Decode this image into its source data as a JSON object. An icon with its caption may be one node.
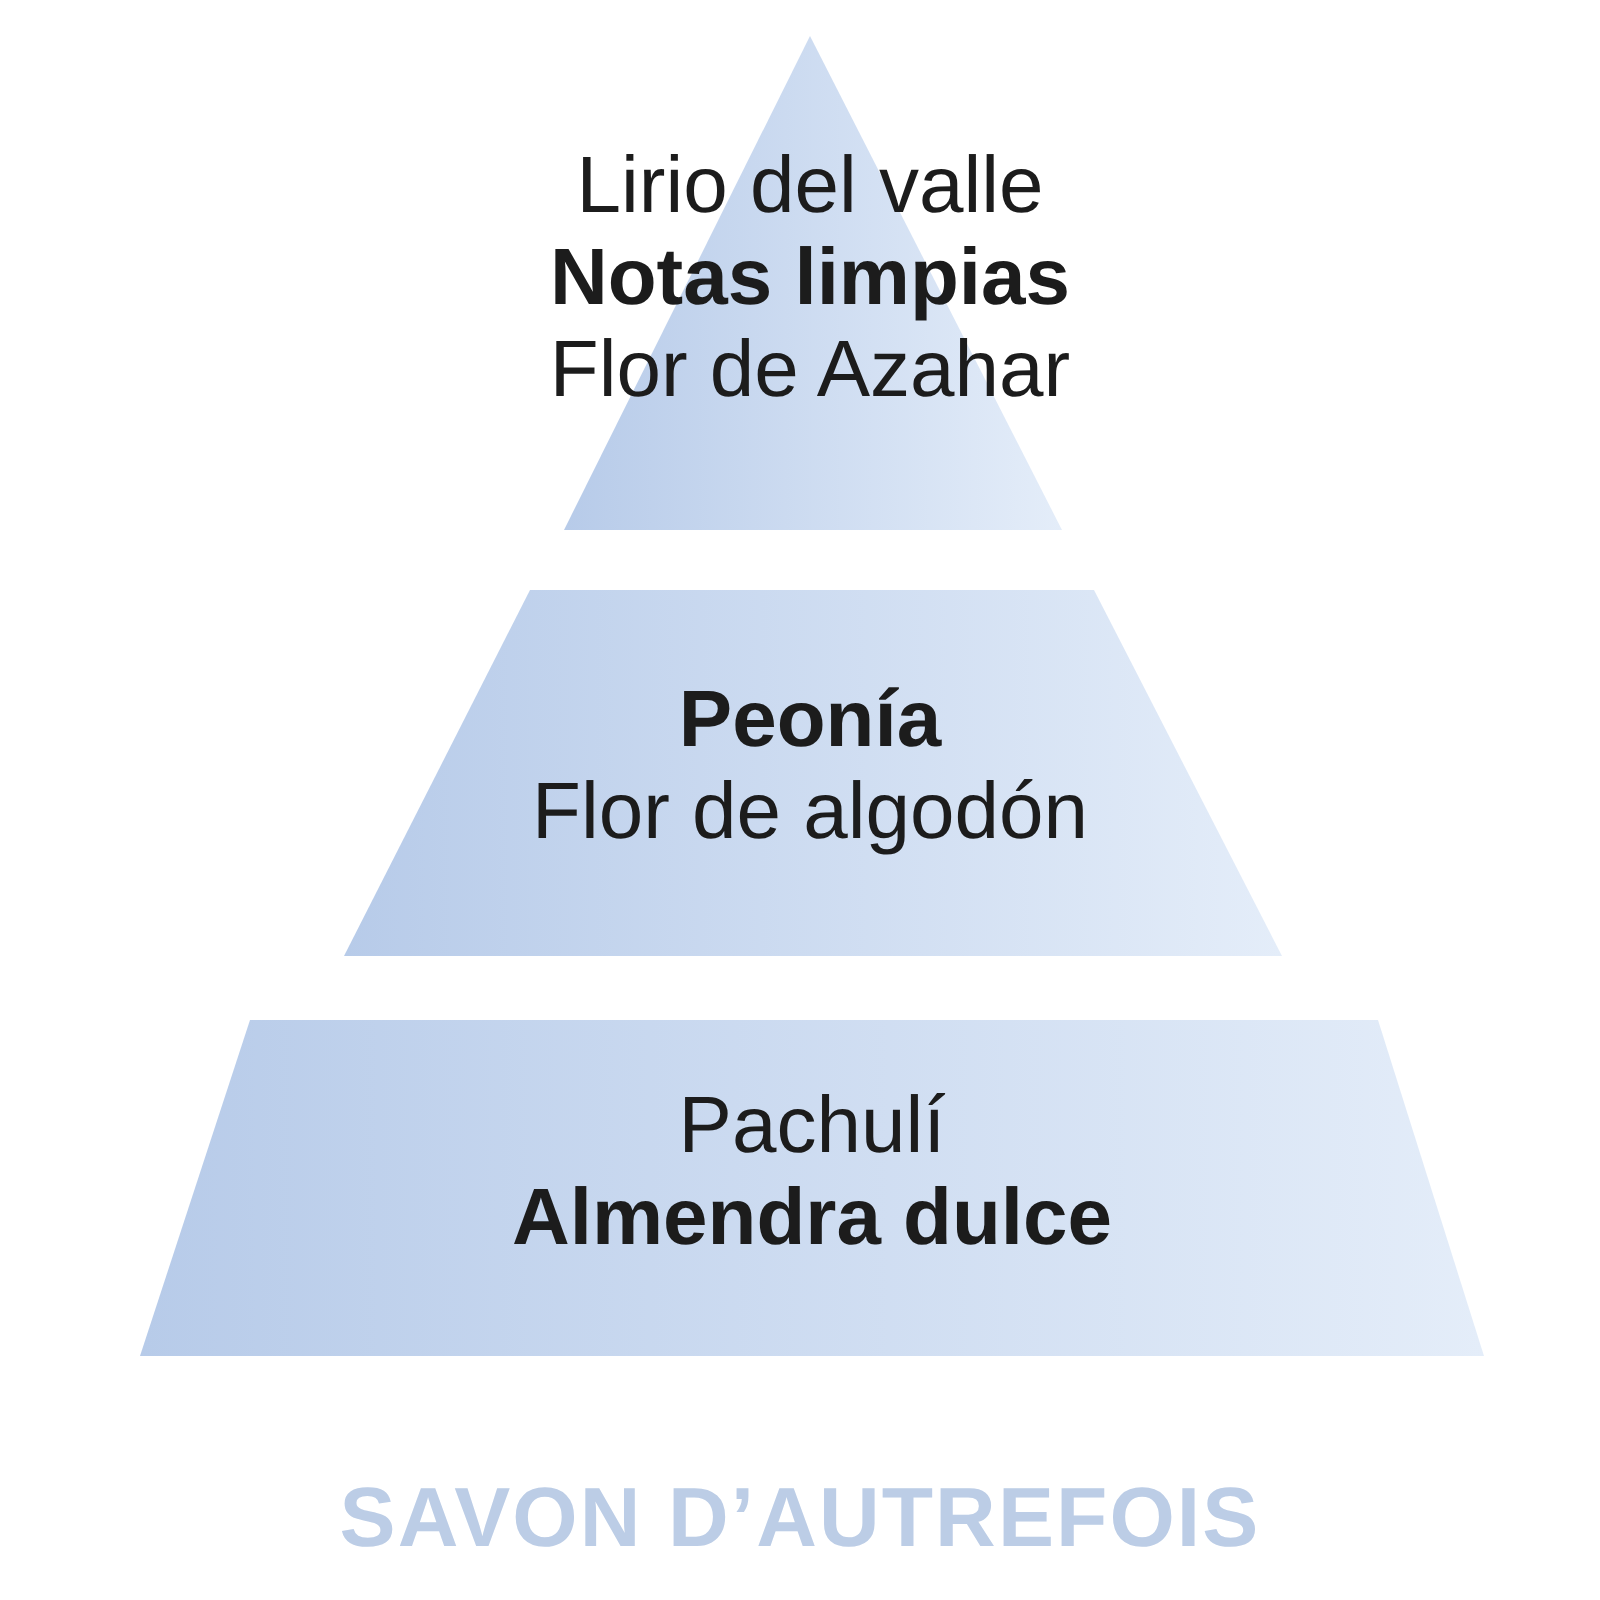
{
  "diagram": {
    "title": "SAVON D’AUTREFOIS",
    "nodes": [
      {
        "text": [
          "Lirio del valle",
          "**Notas limpias**",
          "Flor de Azahar"
        ]
      },
      {
        "text": [
          "**Peonía**",
          "Flor de algodón"
        ]
      },
      {
        "text": [
          "Pachulí",
          "**Almendra dulce**"
        ]
      }
    ]
  }
}
